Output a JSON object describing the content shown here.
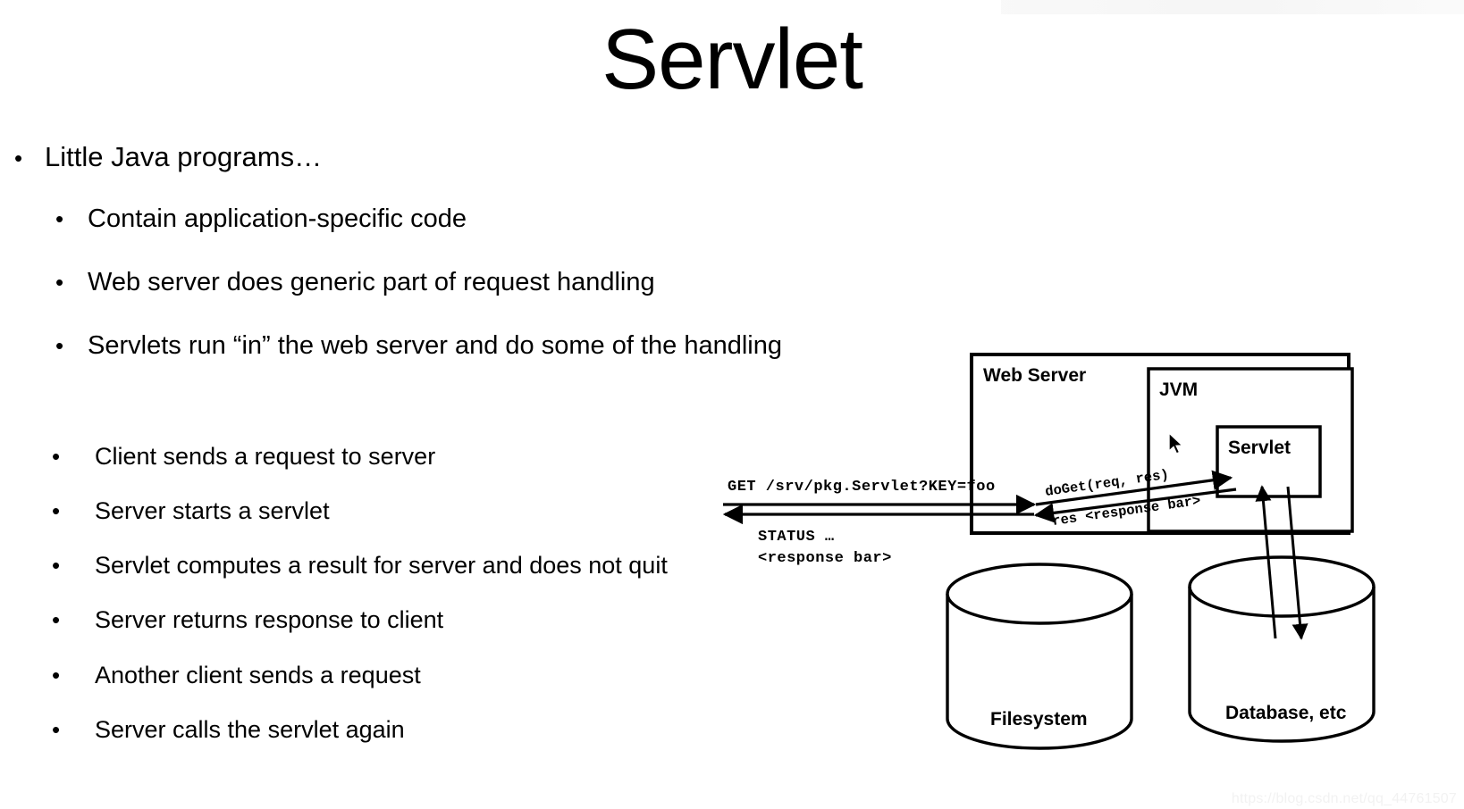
{
  "slide": {
    "title": "Servlet",
    "watermark": "https://blog.csdn.net/qq_44761507"
  },
  "bullets_top": [
    {
      "level": 1,
      "text": "Little Java programs…"
    },
    {
      "level": 2,
      "text": "Contain application-specific code"
    },
    {
      "level": 2,
      "text": "Web server does generic part of request handling"
    },
    {
      "level": 2,
      "text": "Servlets run “in” the web server and do some of the handling"
    }
  ],
  "bullets_steps": [
    {
      "level": 3,
      "text": "Client sends a request to server"
    },
    {
      "level": 3,
      "text": "Server starts a servlet"
    },
    {
      "level": 3,
      "text": "Servlet computes a result for server and does not quit"
    },
    {
      "level": 3,
      "text": "Server returns response to client"
    },
    {
      "level": 3,
      "text": "Another client sends a request"
    },
    {
      "level": 3,
      "text": "Server calls the servlet again"
    }
  ],
  "bullet_glyph": "•",
  "diagram": {
    "boxes": {
      "web_server": "Web Server",
      "jvm": "JVM",
      "servlet": "Servlet"
    },
    "cylinders": {
      "filesystem": "Filesystem",
      "database": "Database, etc"
    },
    "labels": {
      "request": "GET /srv/pkg.Servlet?KEY=foo",
      "status": "STATUS …",
      "response_body": "<response bar>",
      "doget": "doGet(req, res)",
      "res": "res <response bar>"
    },
    "stroke_color": "#000000",
    "fill_color": "#ffffff"
  }
}
